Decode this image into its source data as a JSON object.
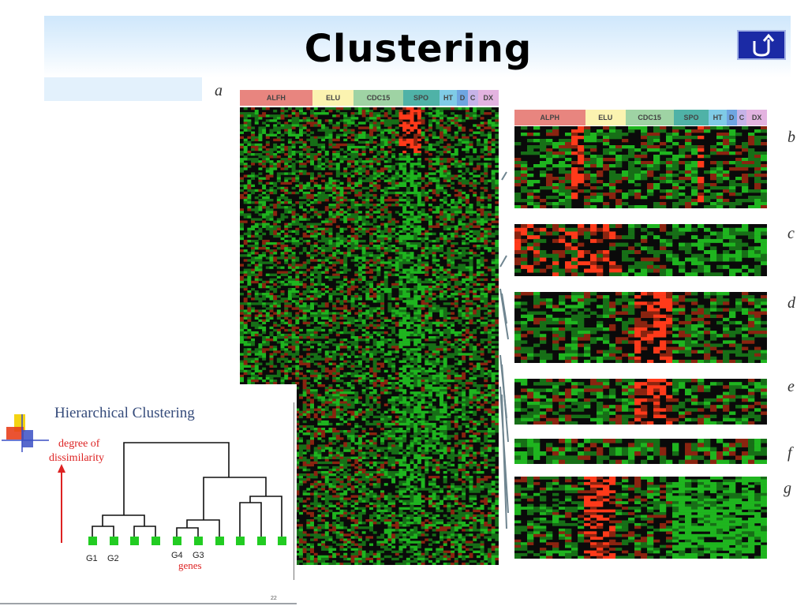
{
  "slide": {
    "title": "Clustering",
    "page_number": "22"
  },
  "figure": {
    "panel_labels": [
      "a",
      "b",
      "c",
      "d",
      "e",
      "f",
      "g"
    ],
    "columns": [
      {
        "label": "ALFH",
        "color": "#e8857f"
      },
      {
        "label": "ELU",
        "color": "#fbf3b0"
      },
      {
        "label": "CDC15",
        "color": "#9fd3a4"
      },
      {
        "label": "SPO",
        "color": "#4fb2a7"
      },
      {
        "label": "HT",
        "color": "#7fcbe6"
      },
      {
        "label": "D",
        "color": "#6ea5e1"
      },
      {
        "label": "C",
        "color": "#c6b3e8"
      },
      {
        "label": "DX",
        "color": "#e3b3e0"
      }
    ],
    "columns_small": [
      {
        "label": "ALPH",
        "color": "#e8857f"
      },
      {
        "label": "ELU",
        "color": "#fbf3b0"
      },
      {
        "label": "CDC15",
        "color": "#9fd3a4"
      },
      {
        "label": "SPO",
        "color": "#4fb2a7"
      },
      {
        "label": "HT",
        "color": "#7fcbe6"
      },
      {
        "label": "D",
        "color": "#6ea5e1"
      },
      {
        "label": "C",
        "color": "#c6b3e8"
      },
      {
        "label": "DX",
        "color": "#e3b3e0"
      }
    ],
    "heat_colors": {
      "low": "#1fb51f",
      "mid": "#0a0a0a",
      "high": "#ff3a1a"
    }
  },
  "dendrogram": {
    "title": "Hierarchical Clustering",
    "y_label_line1": "degree of",
    "y_label_line2": "dissimilarity",
    "leaf_labels": [
      "G1",
      "G2",
      "G4",
      "G3"
    ],
    "x_label": "genes",
    "leaf_color": "#22cc22",
    "accent_color": "#dd2222"
  }
}
